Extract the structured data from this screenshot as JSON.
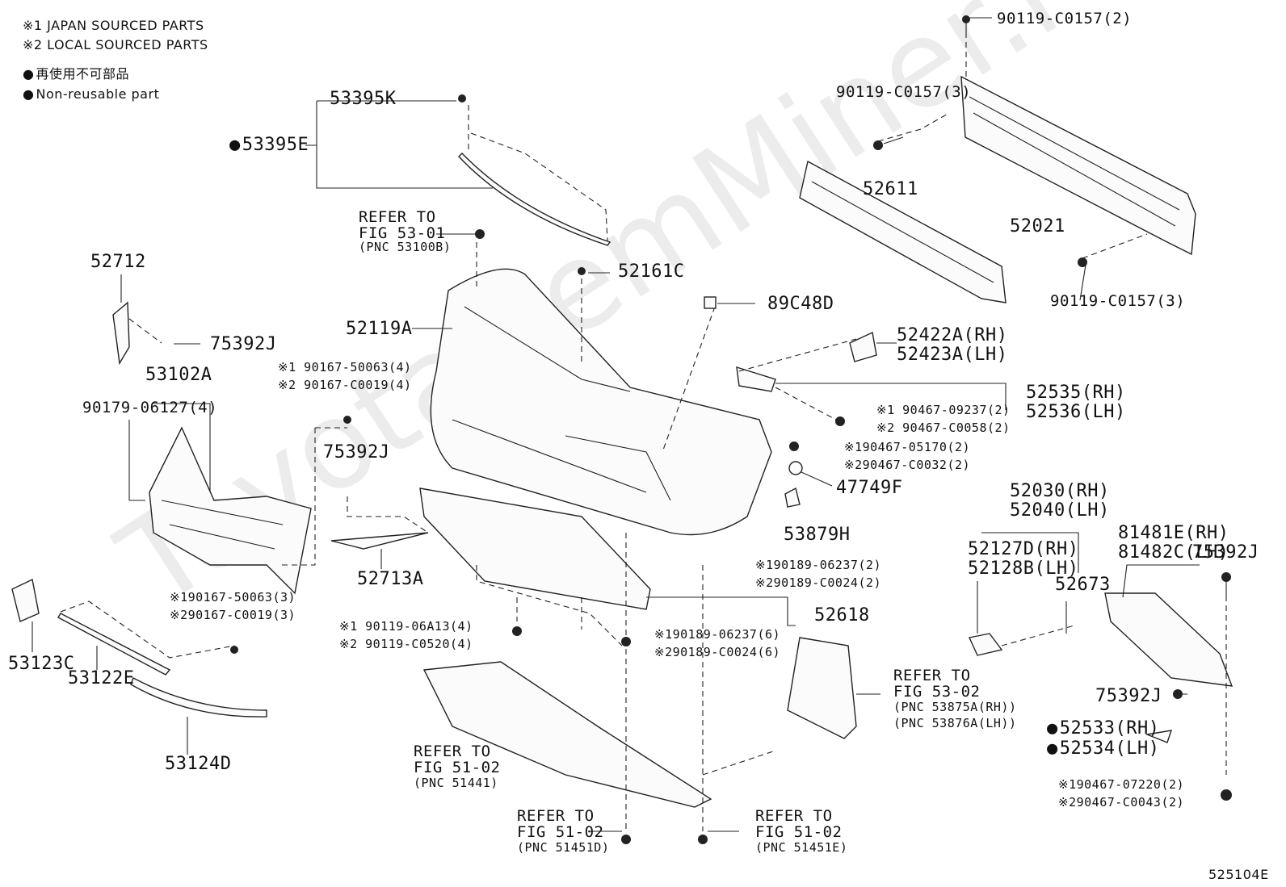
{
  "watermark": "ToyotaOemMiner.ru",
  "legend": {
    "note1": "※1 JAPAN SOURCED PARTS",
    "note2": "※2 LOCAL SOURCED PARTS",
    "nonreusable_jp": "再使用不可部品",
    "nonreusable_en": "Non-reusable part"
  },
  "parts": {
    "p53395K": "53395K",
    "p53395E": "53395E",
    "refer_53_01": [
      "REFER TO",
      "FIG 53-01",
      "(PNC 53100B)"
    ],
    "p52161C": "52161C",
    "p52712": "52712",
    "p75392J_a": "75392J",
    "p52119A": "52119A",
    "p53102A": "53102A",
    "p90179": "90179-06127(4)",
    "clip_a1": "※1 90167-50063(4)",
    "clip_a2": "※2 90167-C0019(4)",
    "p75392J_b": "75392J",
    "p52713A": "52713A",
    "clip_b1": "※190167-50063(3)",
    "clip_b2": "※290167-C0019(3)",
    "p53123C": "53123C",
    "p53122E": "53122E",
    "p53124D": "53124D",
    "bolt_c1": "※1 90119-06A13(4)",
    "bolt_c2": "※2 90119-C0520(4)",
    "top_bolt": "90119-C0157(2)",
    "left_bolt": "90119-C0157(3)",
    "right_bolt": "90119-C0157(3)",
    "p52611": "52611",
    "p52021": "52021",
    "p89C48D": "89C48D",
    "p52422A": "52422A(RH)",
    "p52423A": "52423A(LH)",
    "p52535": "52535(RH)",
    "p52536": "52536(LH)",
    "nut_d1": "※1 90467-09237(2)",
    "nut_d2": "※2 90467-C0058(2)",
    "nut_e1": "※190467-05170(2)",
    "nut_e2": "※290467-C0032(2)",
    "p47749F": "47749F",
    "p53879H": "53879H",
    "clip_f1": "※190189-06237(2)",
    "clip_f2": "※290189-C0024(2)",
    "p52618": "52618",
    "clip_g1": "※190189-06237(6)",
    "clip_g2": "※290189-C0024(6)",
    "p52030": "52030(RH)",
    "p52040": "52040(LH)",
    "p52127D": "52127D(RH)",
    "p52128B": "52128B(LH)",
    "p52673": "52673",
    "p81481E": "81481E(RH)",
    "p81482C": "81482C(LH)",
    "p75392J_c": "75392J",
    "p75392J_d": "75392J",
    "p52533": "52533(RH)",
    "p52534": "52534(LH)",
    "clip_h1": "※190467-07220(2)",
    "clip_h2": "※290467-C0043(2)",
    "refer_53_02": [
      "REFER TO",
      "FIG 53-02",
      "(PNC 53875A(RH))",
      "(PNC 53876A(LH))"
    ],
    "refer_51_02_a": [
      "REFER TO",
      "FIG 51-02",
      "(PNC 51441)"
    ],
    "refer_51_02_b": [
      "REFER TO",
      "FIG 51-02",
      "(PNC 51451D)"
    ],
    "refer_51_02_c": [
      "REFER TO",
      "FIG 51-02",
      "(PNC 51451E)"
    ]
  },
  "figure_id": "525104E"
}
